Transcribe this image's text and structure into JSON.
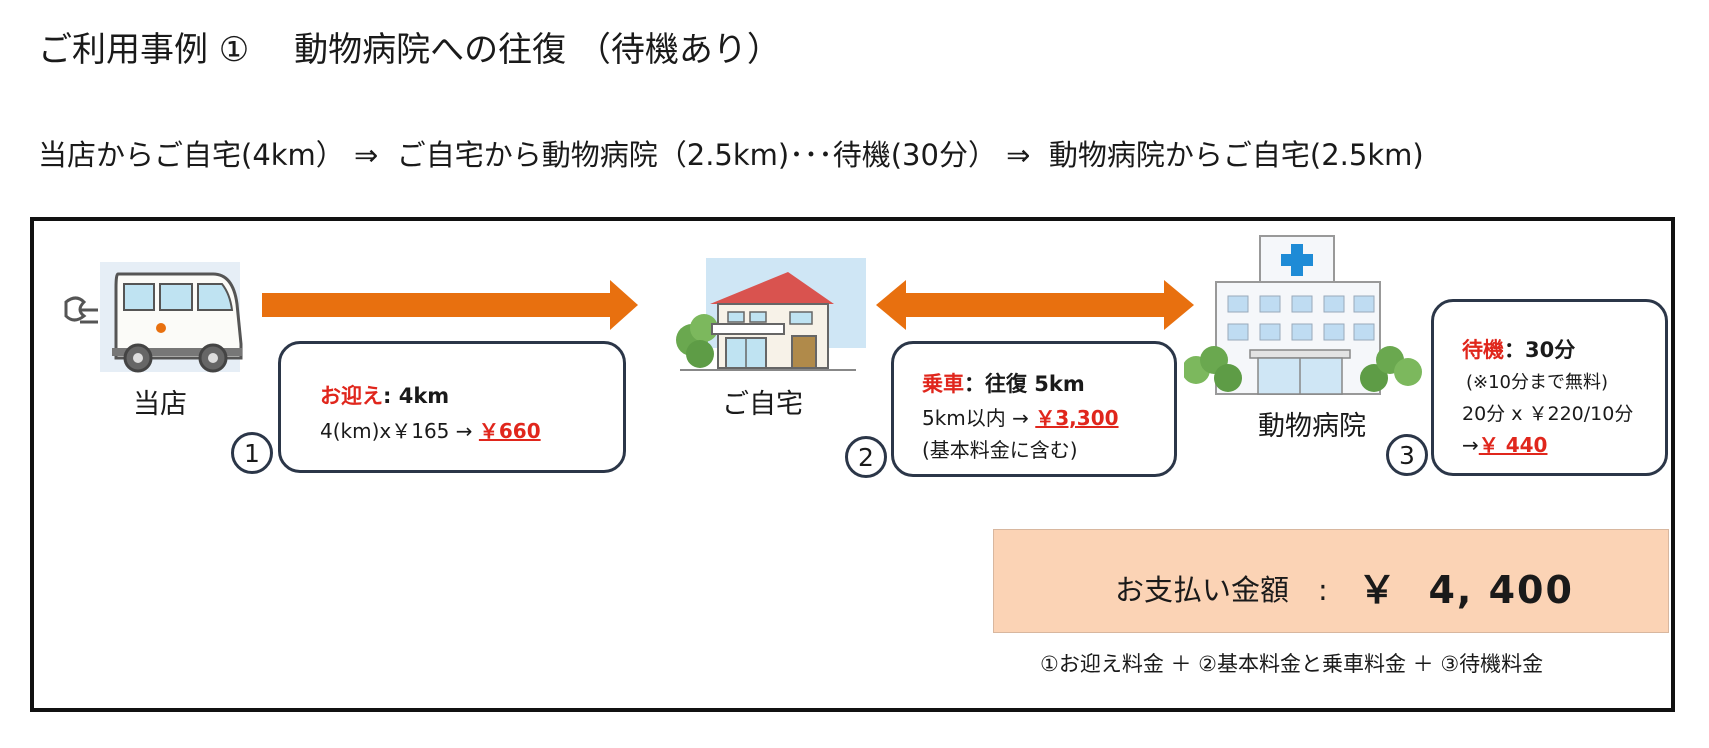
{
  "title": "ご利用事例 ①　 動物病院への往復 （待機あり）",
  "route": "当店からご自宅(4km） ⇒  ご自宅から動物病院（2.5km)･･･待機(30分） ⇒  動物病院からご自宅(2.5km)",
  "places": {
    "shop": "当店",
    "home": "ご自宅",
    "hospital": "動物病院"
  },
  "steps": [
    {
      "number": "1",
      "title": "お迎え",
      "title_rest": ": 4km",
      "calc": "4(km)x￥165 → ",
      "amount": "￥660"
    },
    {
      "number": "2",
      "title": "乗車",
      "title_rest": "：往復 5km",
      "calc": "5km以内 → ",
      "amount": "￥3,300",
      "note": "(基本料金に含む)"
    },
    {
      "number": "3",
      "title": "待機",
      "title_rest": "：30分",
      "note": "(※10分まで無料)",
      "calc": "20分 x ￥220/10分",
      "arrow": "→",
      "amount": "￥ 440"
    }
  ],
  "total": {
    "label": "お支払い金額　:",
    "value": "￥  4, 400"
  },
  "formula": "①お迎え料金 ＋ ②基本料金と乗車料金 ＋ ③待機料金",
  "colors": {
    "arrow": "#e8700f",
    "accent_red": "#e0261c",
    "box_border": "#2b3648",
    "total_bg": "#fbd3b5"
  }
}
